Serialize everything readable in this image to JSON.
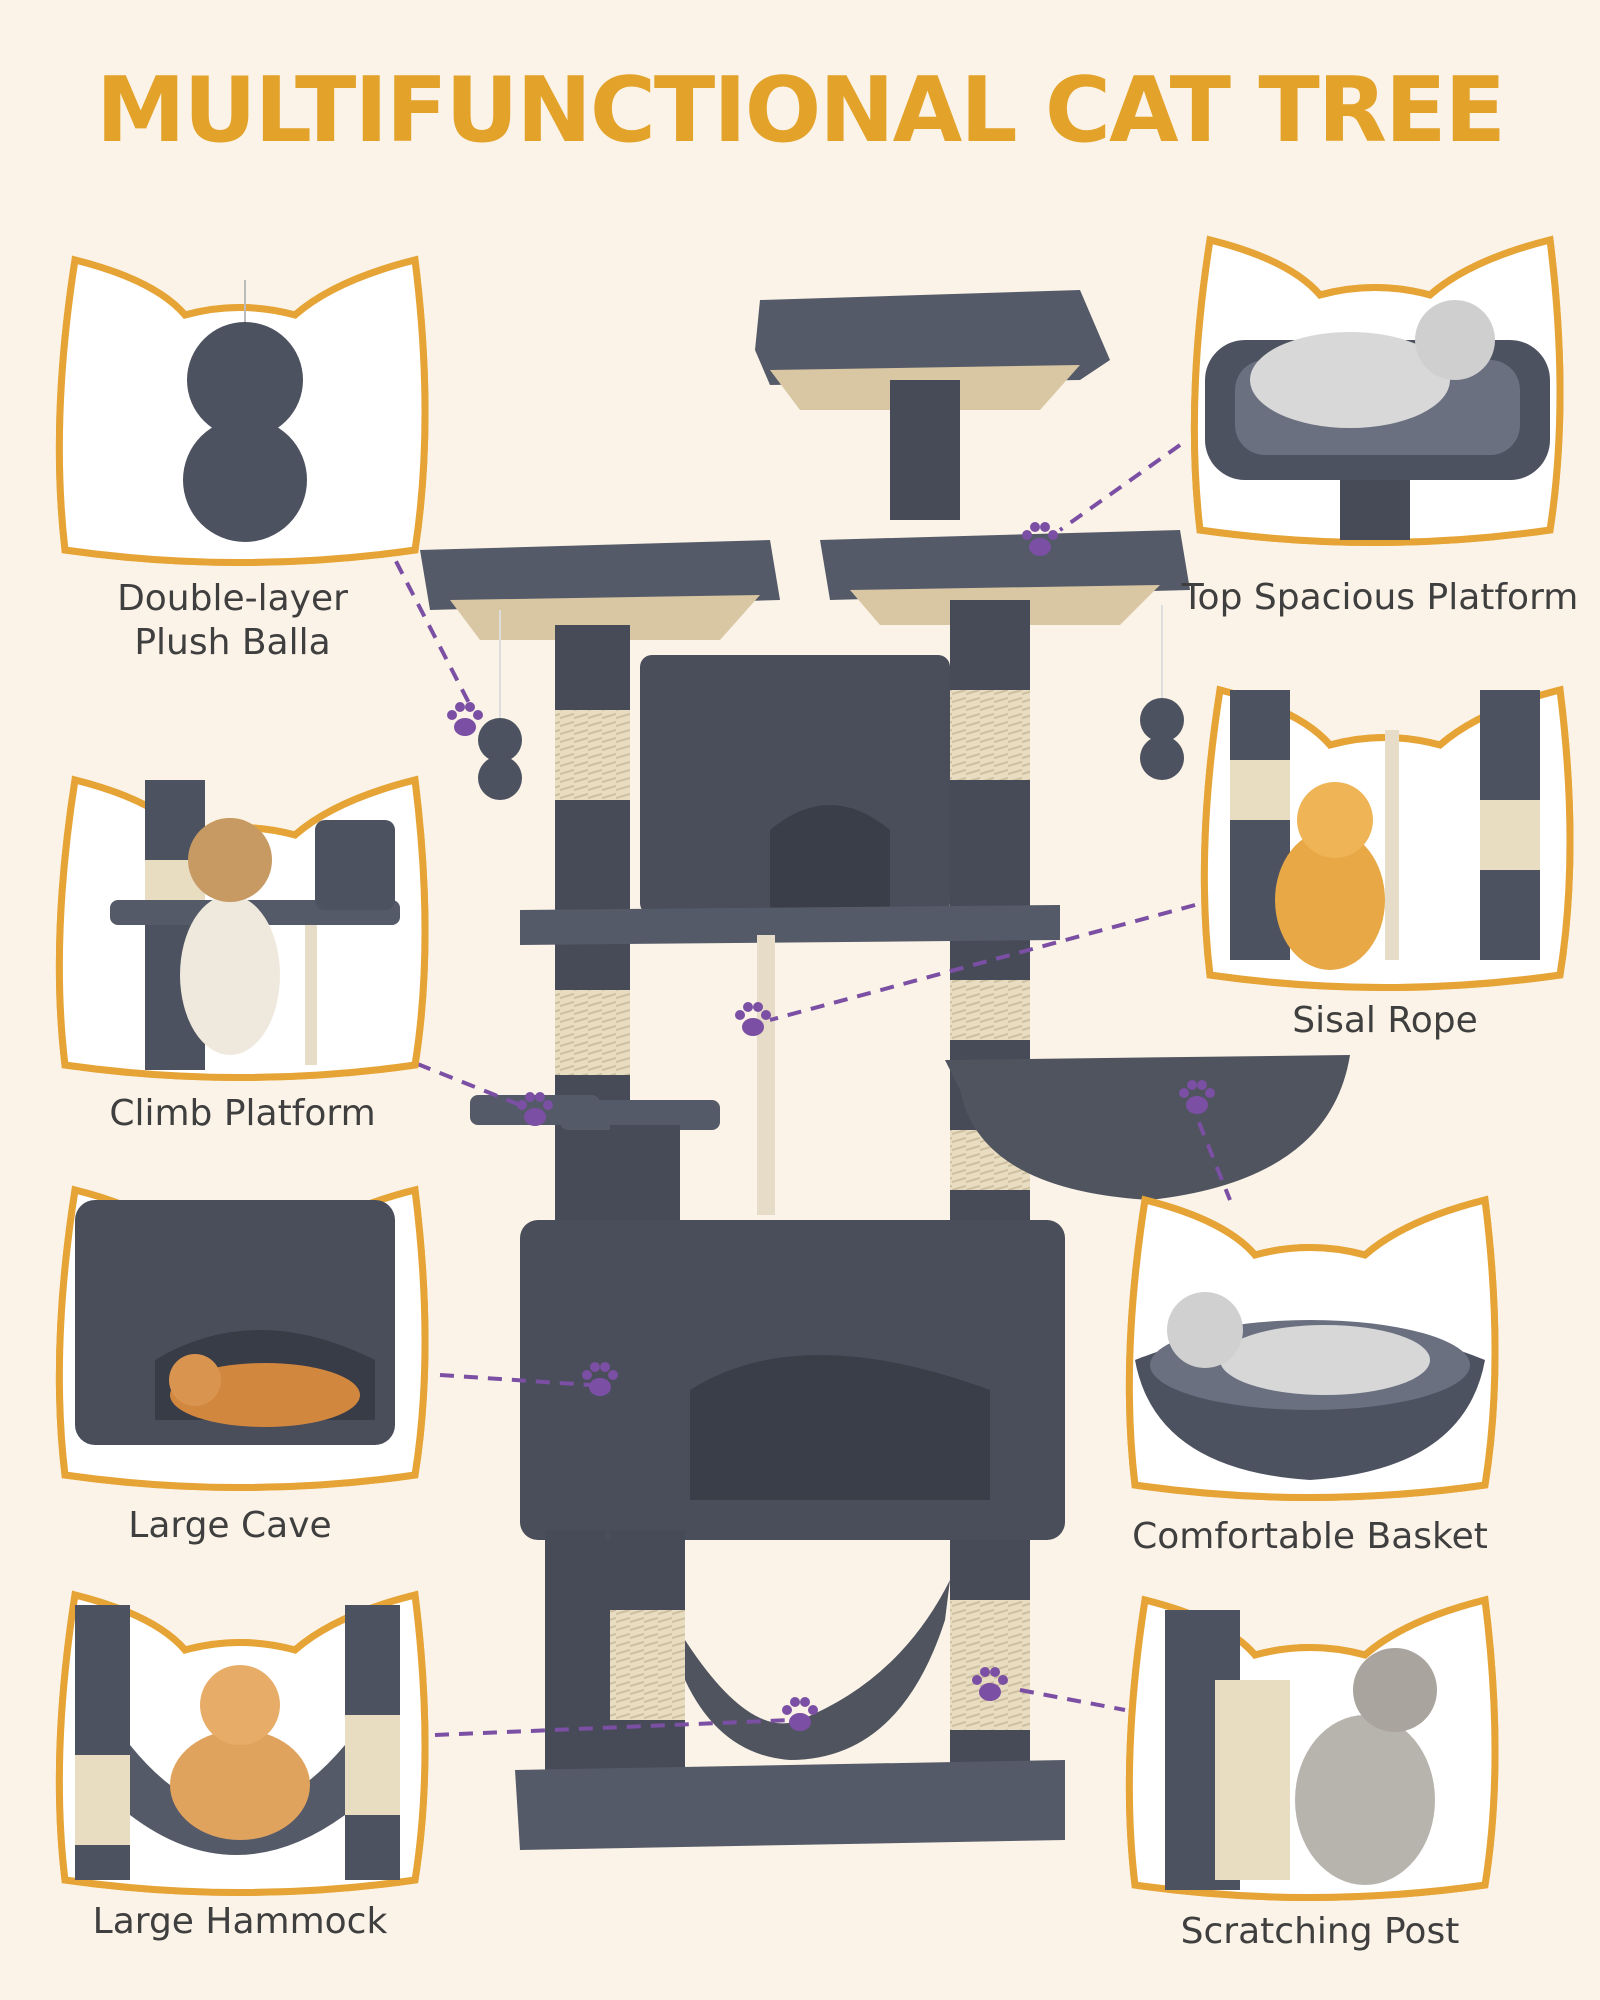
{
  "title": "MULTIFUNCTIONAL CAT TREE",
  "colors": {
    "accent": "#e3a22a",
    "background": "#fbf3e7",
    "plush": "#4d5260",
    "plush_dark": "#3a3e49",
    "sisal": "#e8dcc1",
    "paw": "#7b4fa3",
    "outline": "#e6a436"
  },
  "features": [
    {
      "label_line1": "Double-layer",
      "label_line2": "Plush Balla",
      "icon": "plush-ball-icon"
    },
    {
      "label_line1": "Top Spacious Platform",
      "label_line2": "",
      "icon": "cat-on-platform-icon"
    },
    {
      "label_line1": "Sisal Rope",
      "label_line2": "",
      "icon": "cat-climbing-rope-icon"
    },
    {
      "label_line1": "Climb Platform",
      "label_line2": "",
      "icon": "cat-sitting-icon"
    },
    {
      "label_line1": "Large Cave",
      "label_line2": "",
      "icon": "cat-in-cave-icon"
    },
    {
      "label_line1": "Comfortable Basket",
      "label_line2": "",
      "icon": "cat-in-basket-icon"
    },
    {
      "label_line1": "Large Hammock",
      "label_line2": "",
      "icon": "cat-in-hammock-icon"
    },
    {
      "label_line1": "Scratching Post",
      "label_line2": "",
      "icon": "cat-scratching-icon"
    }
  ]
}
